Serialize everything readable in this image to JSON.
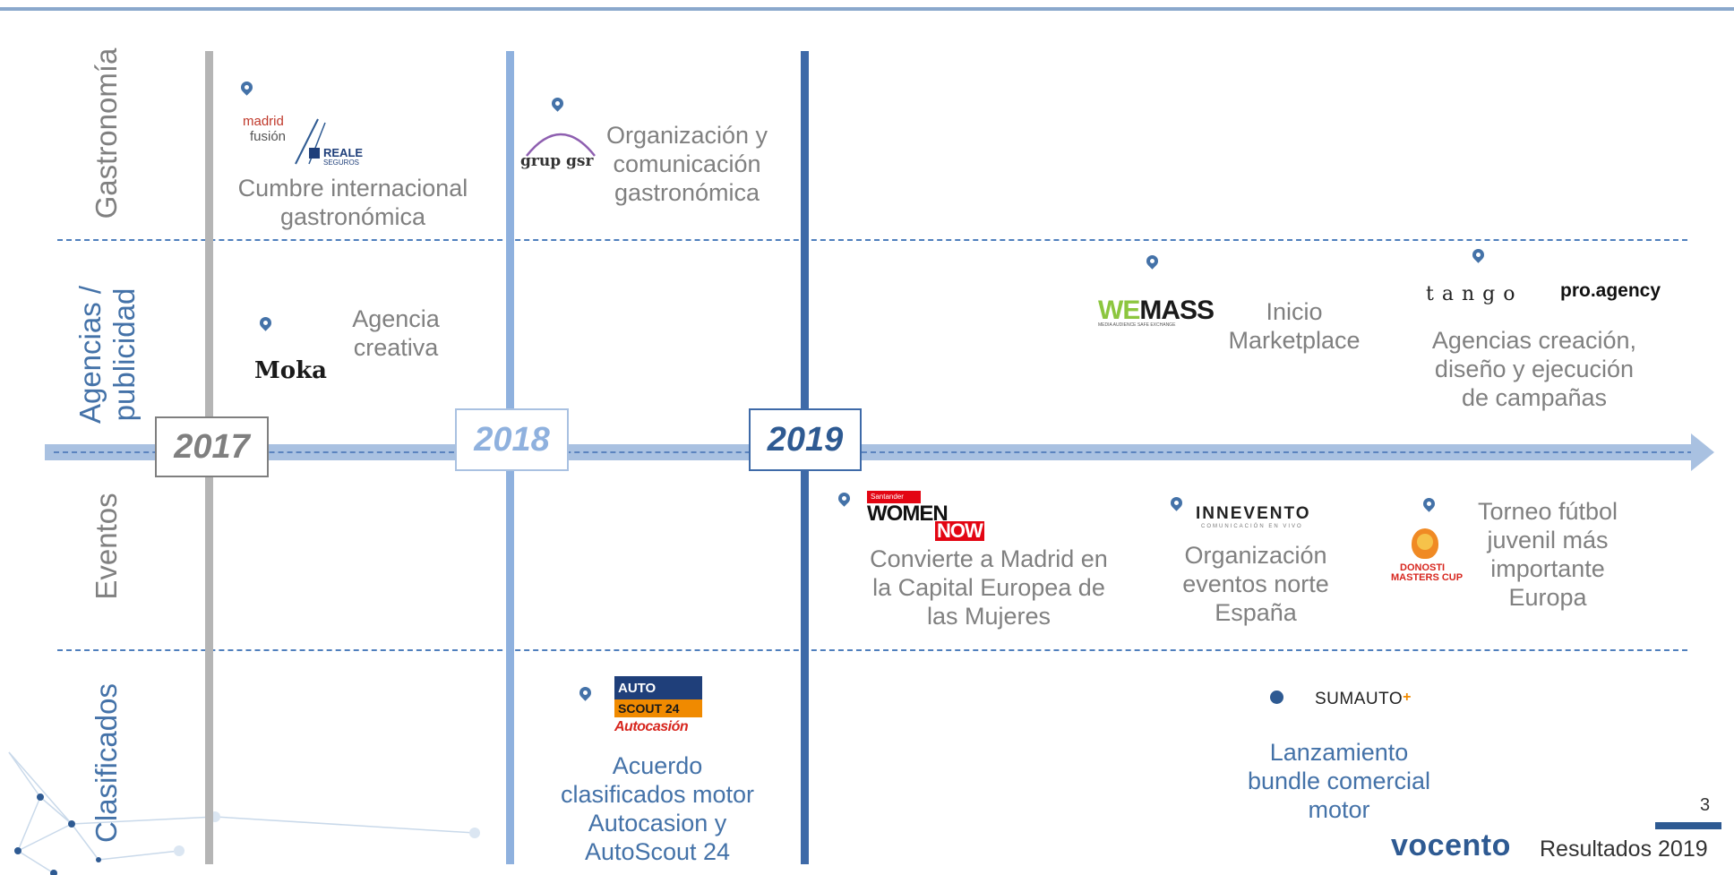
{
  "page_number": "3",
  "footer": {
    "brand": "vocento",
    "report": "Resultados 2019"
  },
  "rows": {
    "gastronomia": "Gastronomía",
    "agencias_line1": "Agencias /",
    "agencias_line2": "publicidad",
    "eventos": "Eventos",
    "clasificados": "Clasificados"
  },
  "years": [
    "2017",
    "2018",
    "2019"
  ],
  "colors": {
    "y2017": "#b5b5b5",
    "y2018": "#8fb1de",
    "y2019": "#3e6aa8",
    "text": "#808080",
    "row_label": "#4472a8"
  },
  "items": {
    "madrid_fusion": {
      "logo_text1": "madrid",
      "logo_text2": "fusión",
      "logo_text3": "REALE",
      "logo_text4": "SEGUROS",
      "line1": "Cumbre internacional",
      "line2": "gastronómica"
    },
    "grup_gsr": {
      "logo": "grup gsr",
      "line1": "Organización y",
      "line2": "comunicación",
      "line3": "gastronómica"
    },
    "moka": {
      "logo": "Moka",
      "line1": "Agencia",
      "line2": "creativa"
    },
    "wemass": {
      "logo_a": "WE",
      "logo_b": "MASS",
      "logo_sub": "MEDIA AUDIENCE SAFE EXCHANGE",
      "line1": "Inicio",
      "line2": "Marketplace"
    },
    "tango": {
      "logo_a": "tango",
      "logo_b": "pro.agency",
      "line1": "Agencias creación,",
      "line2": "diseño y ejecución",
      "line3": "de campañas"
    },
    "women_now": {
      "logo_top": "Santander",
      "logo_a": "WOMEN",
      "logo_b": "NOW",
      "line1": "Convierte a Madrid en",
      "line2": "la Capital Europea de",
      "line3": "las Mujeres"
    },
    "innevento": {
      "logo": "INNEVENTO",
      "logo_sub": "COMUNICACIÓN EN VIVO",
      "line1": "Organización",
      "line2": "eventos norte",
      "line3": "España"
    },
    "donosti": {
      "logo_a": "DONOSTI",
      "logo_b": "MASTERS CUP",
      "line1": "Torneo  fútbol",
      "line2": "juvenil más",
      "line3": "importante",
      "line4": "Europa"
    },
    "autoscout": {
      "logo_a": "AUTO",
      "logo_b": "SCOUT 24",
      "logo_c": "Autocasión",
      "line1": "Acuerdo",
      "line2": "clasificados motor",
      "line3": "Autocasion y",
      "line4": "AutoScout 24"
    },
    "sumauto": {
      "logo": "SUMAUTO",
      "line1": "Lanzamiento",
      "line2": "bundle comercial",
      "line3": "motor"
    }
  }
}
